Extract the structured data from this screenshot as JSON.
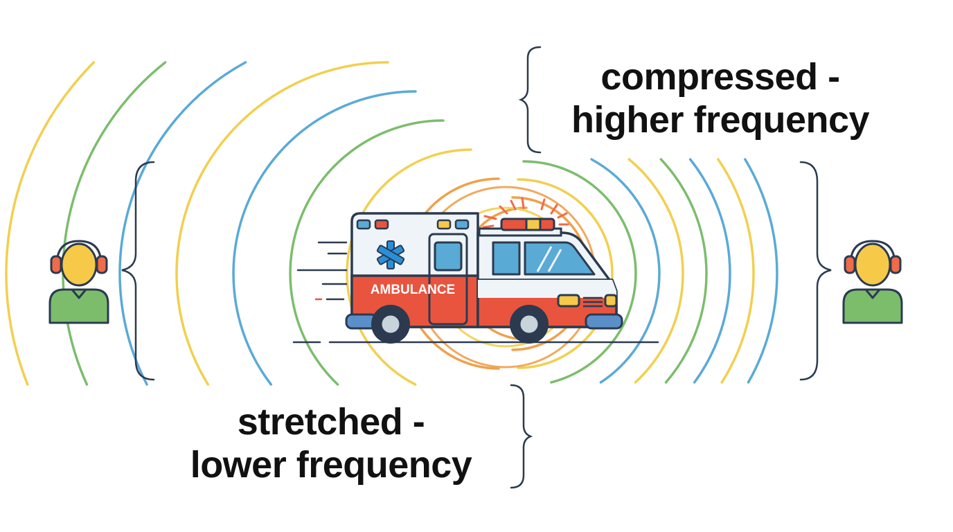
{
  "labels": {
    "compressed_line1": "compressed -",
    "compressed_line2": "higher frequency",
    "stretched_line1": "stretched -",
    "stretched_line2": "lower frequency",
    "vehicle_text": "AMBULANCE"
  },
  "icons": {
    "vehicle": "ambulance-icon",
    "listener_left": "listener-with-headphones-icon",
    "listener_right": "listener-with-headphones-icon",
    "medical_symbol": "star-of-life-icon",
    "siren": "siren-light-icon"
  },
  "colors": {
    "wave_yellow": "#f2cf4f",
    "wave_blue": "#5aaad6",
    "wave_green": "#7cbd6c",
    "wave_orange": "#f0a04b",
    "ambulance_red": "#e8543e",
    "outline": "#2b3a4f",
    "listener_skin": "#f7c948",
    "listener_shirt": "#7cbd6c",
    "headphones": "#ef6b4a"
  }
}
